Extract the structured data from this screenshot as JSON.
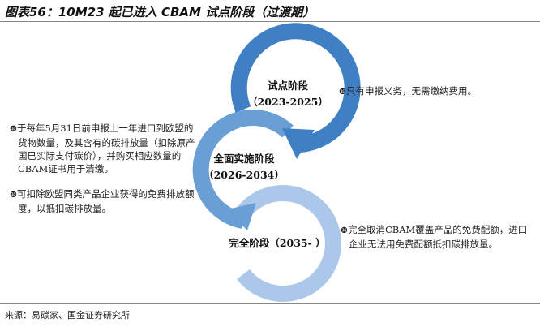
{
  "title": "图表56：10M23 起已进入 CBAM 试点阶段（过渡期）",
  "bullet": "❿",
  "stages": [
    {
      "name": "试点阶段",
      "period": "（2023-2025）",
      "color": "#3f7fc4"
    },
    {
      "name": "全面实施阶段",
      "period": "（2026-2034）",
      "color": "#6a9fd6"
    },
    {
      "name": "完全阶段（2035- ）",
      "period": "",
      "color": "#abc8ea"
    }
  ],
  "notes": {
    "pilot": [
      "只有申报义务，无需缴纳费用。"
    ],
    "full_impl": [
      "于每年5月31日前申报上一年进口到欧盟的货物数量，及其含有的碳排放量（扣除原产国已实际支付碳价），并购买相应数量的CBAM证书用于清缴。",
      "可扣除欧盟同类产品企业获得的免费排放额度，以抵扣碳排放量。"
    ],
    "complete": [
      "完全取消CBAM覆盖产品的免费配额，进口企业无法用免费配额抵扣碳排放量。"
    ]
  },
  "source": "来源：易碳家、国金证券研究所"
}
